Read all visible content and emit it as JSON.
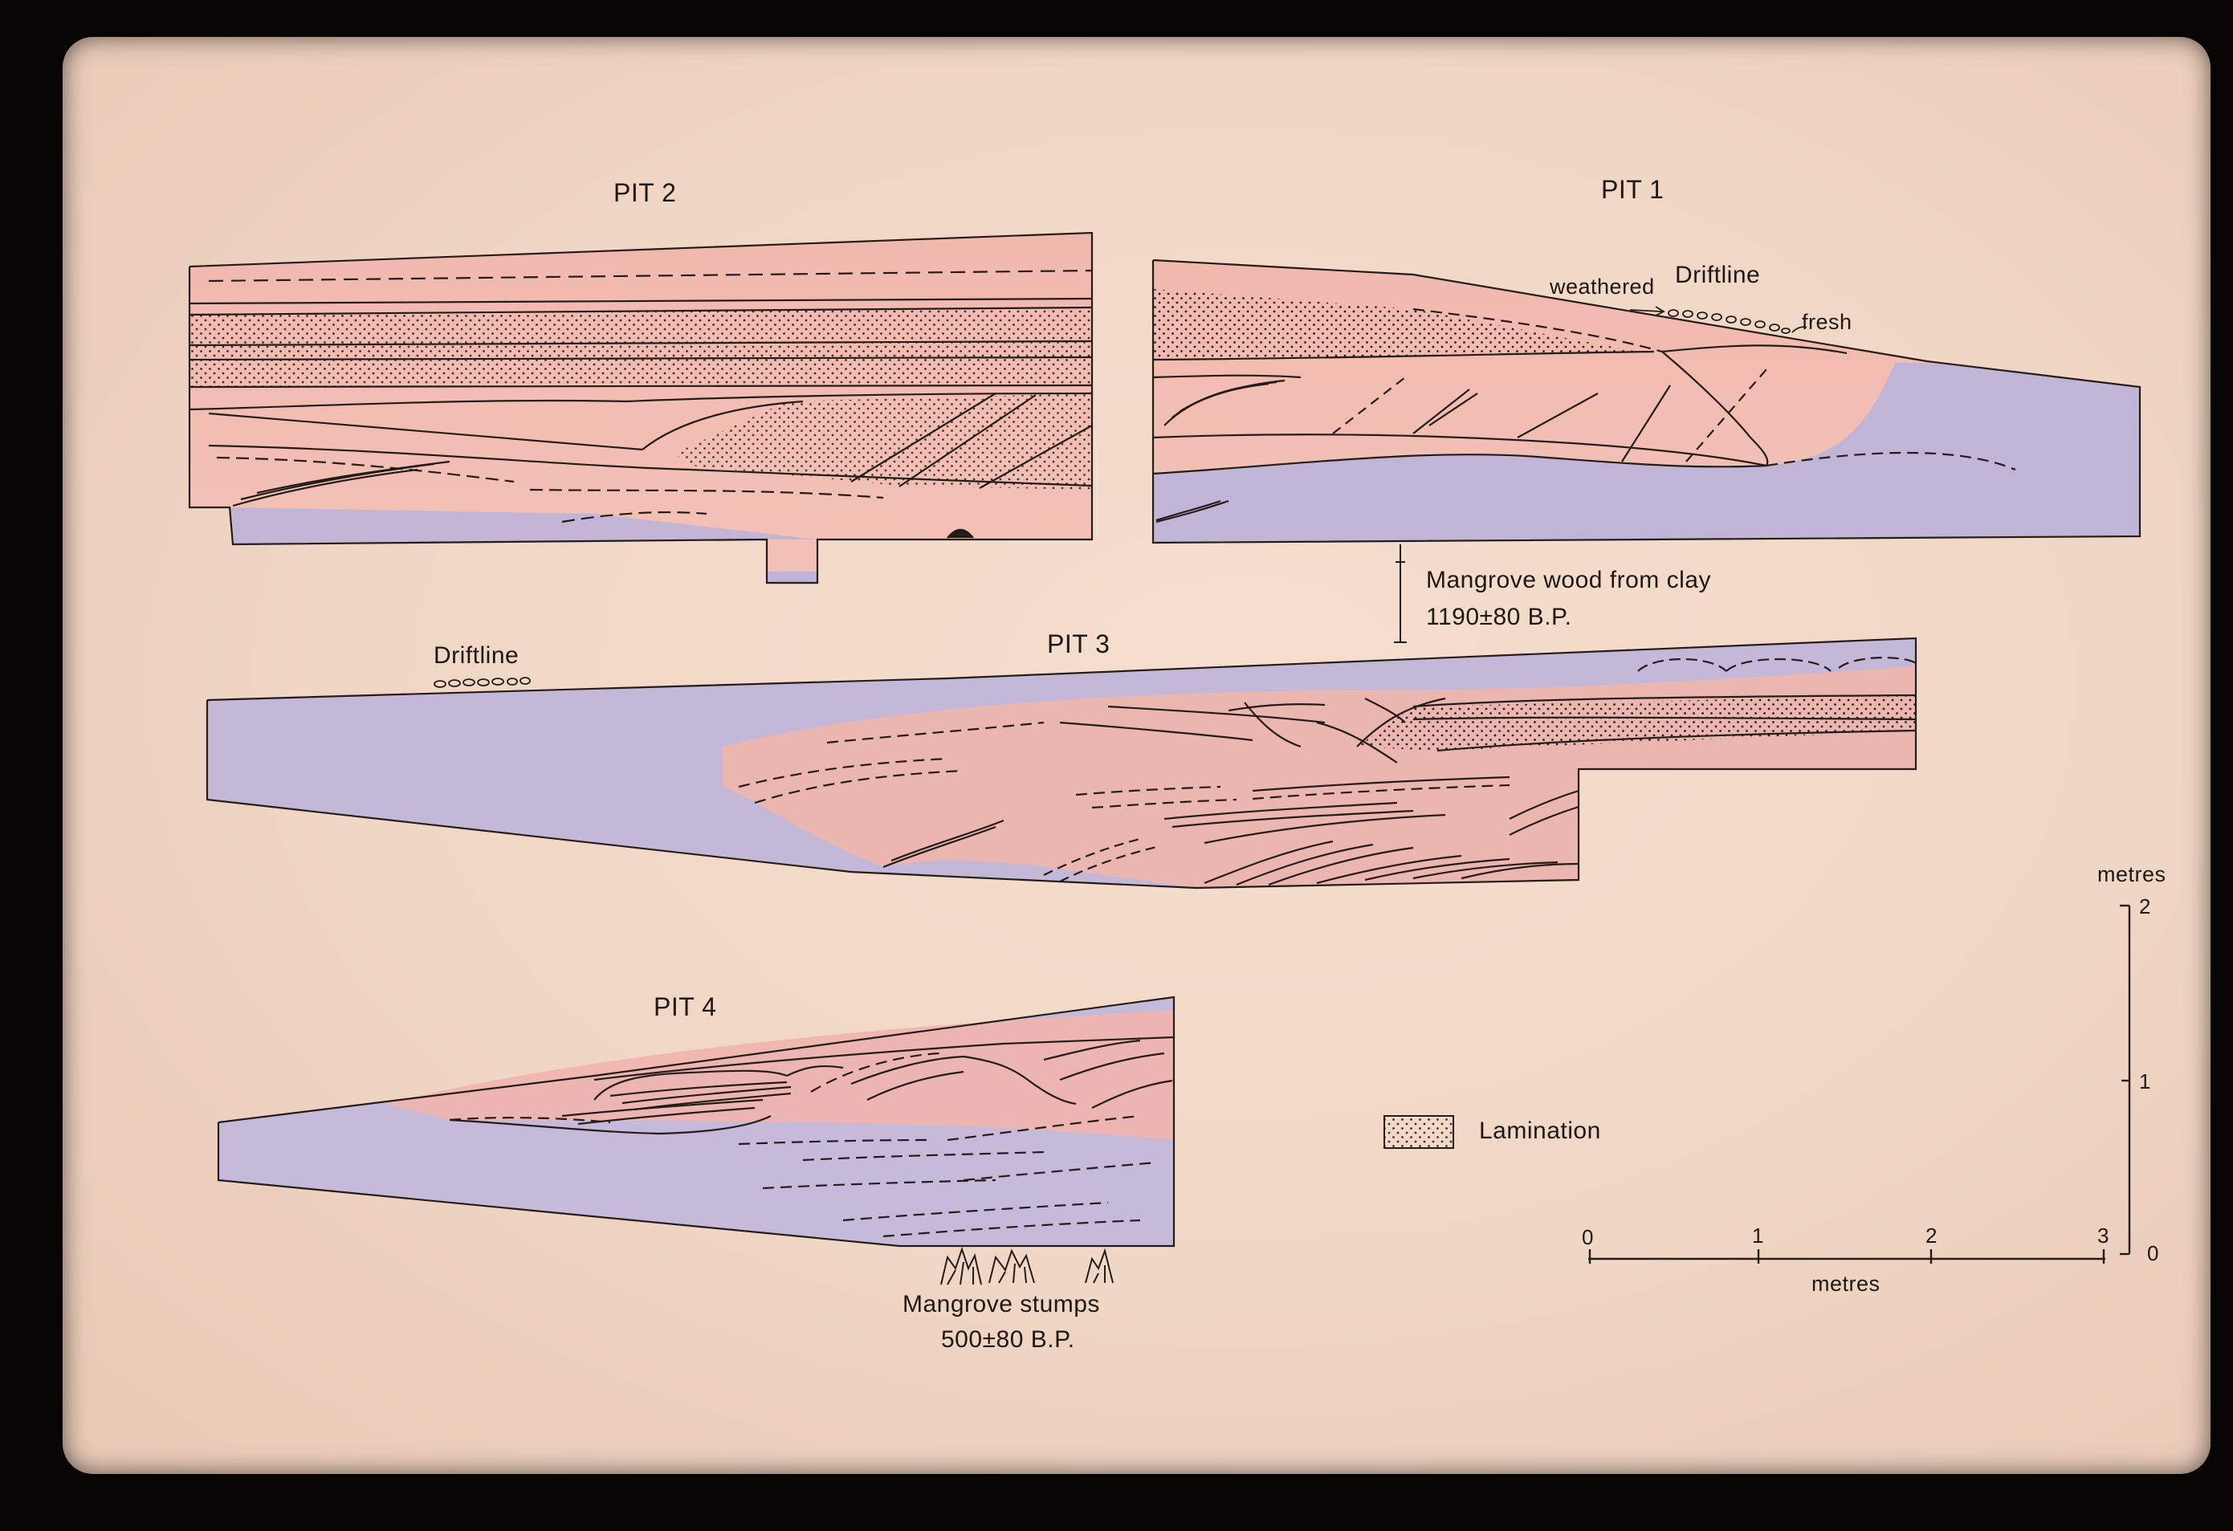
{
  "pits": {
    "pit2": "PIT 2",
    "pit1": "PIT 1",
    "pit3": "PIT 3",
    "pit4": "PIT 4"
  },
  "pit1_labels": {
    "weathered": "weathered",
    "driftline": "Driftline",
    "fresh": "fresh"
  },
  "dating": {
    "mangrove_wood": "Mangrove wood from clay",
    "mangrove_wood_age": "1190±80 B.P.",
    "mangrove_stumps": "Mangrove stumps",
    "mangrove_stumps_age": "500±80  B.P."
  },
  "pit3_labels": {
    "driftline": "Driftline"
  },
  "legend": {
    "lamination": "Lamination"
  },
  "scale": {
    "horizontal_unit": "metres",
    "horizontal_ticks": [
      "0",
      "1",
      "2",
      "3"
    ],
    "vertical_unit": "metres",
    "vertical_ticks": [
      "0",
      "1",
      "2"
    ]
  },
  "colors": {
    "sand": "#efb2aa",
    "clay": "#bcb3d6",
    "ink": "#231c18",
    "board": "#f3d9c8"
  }
}
